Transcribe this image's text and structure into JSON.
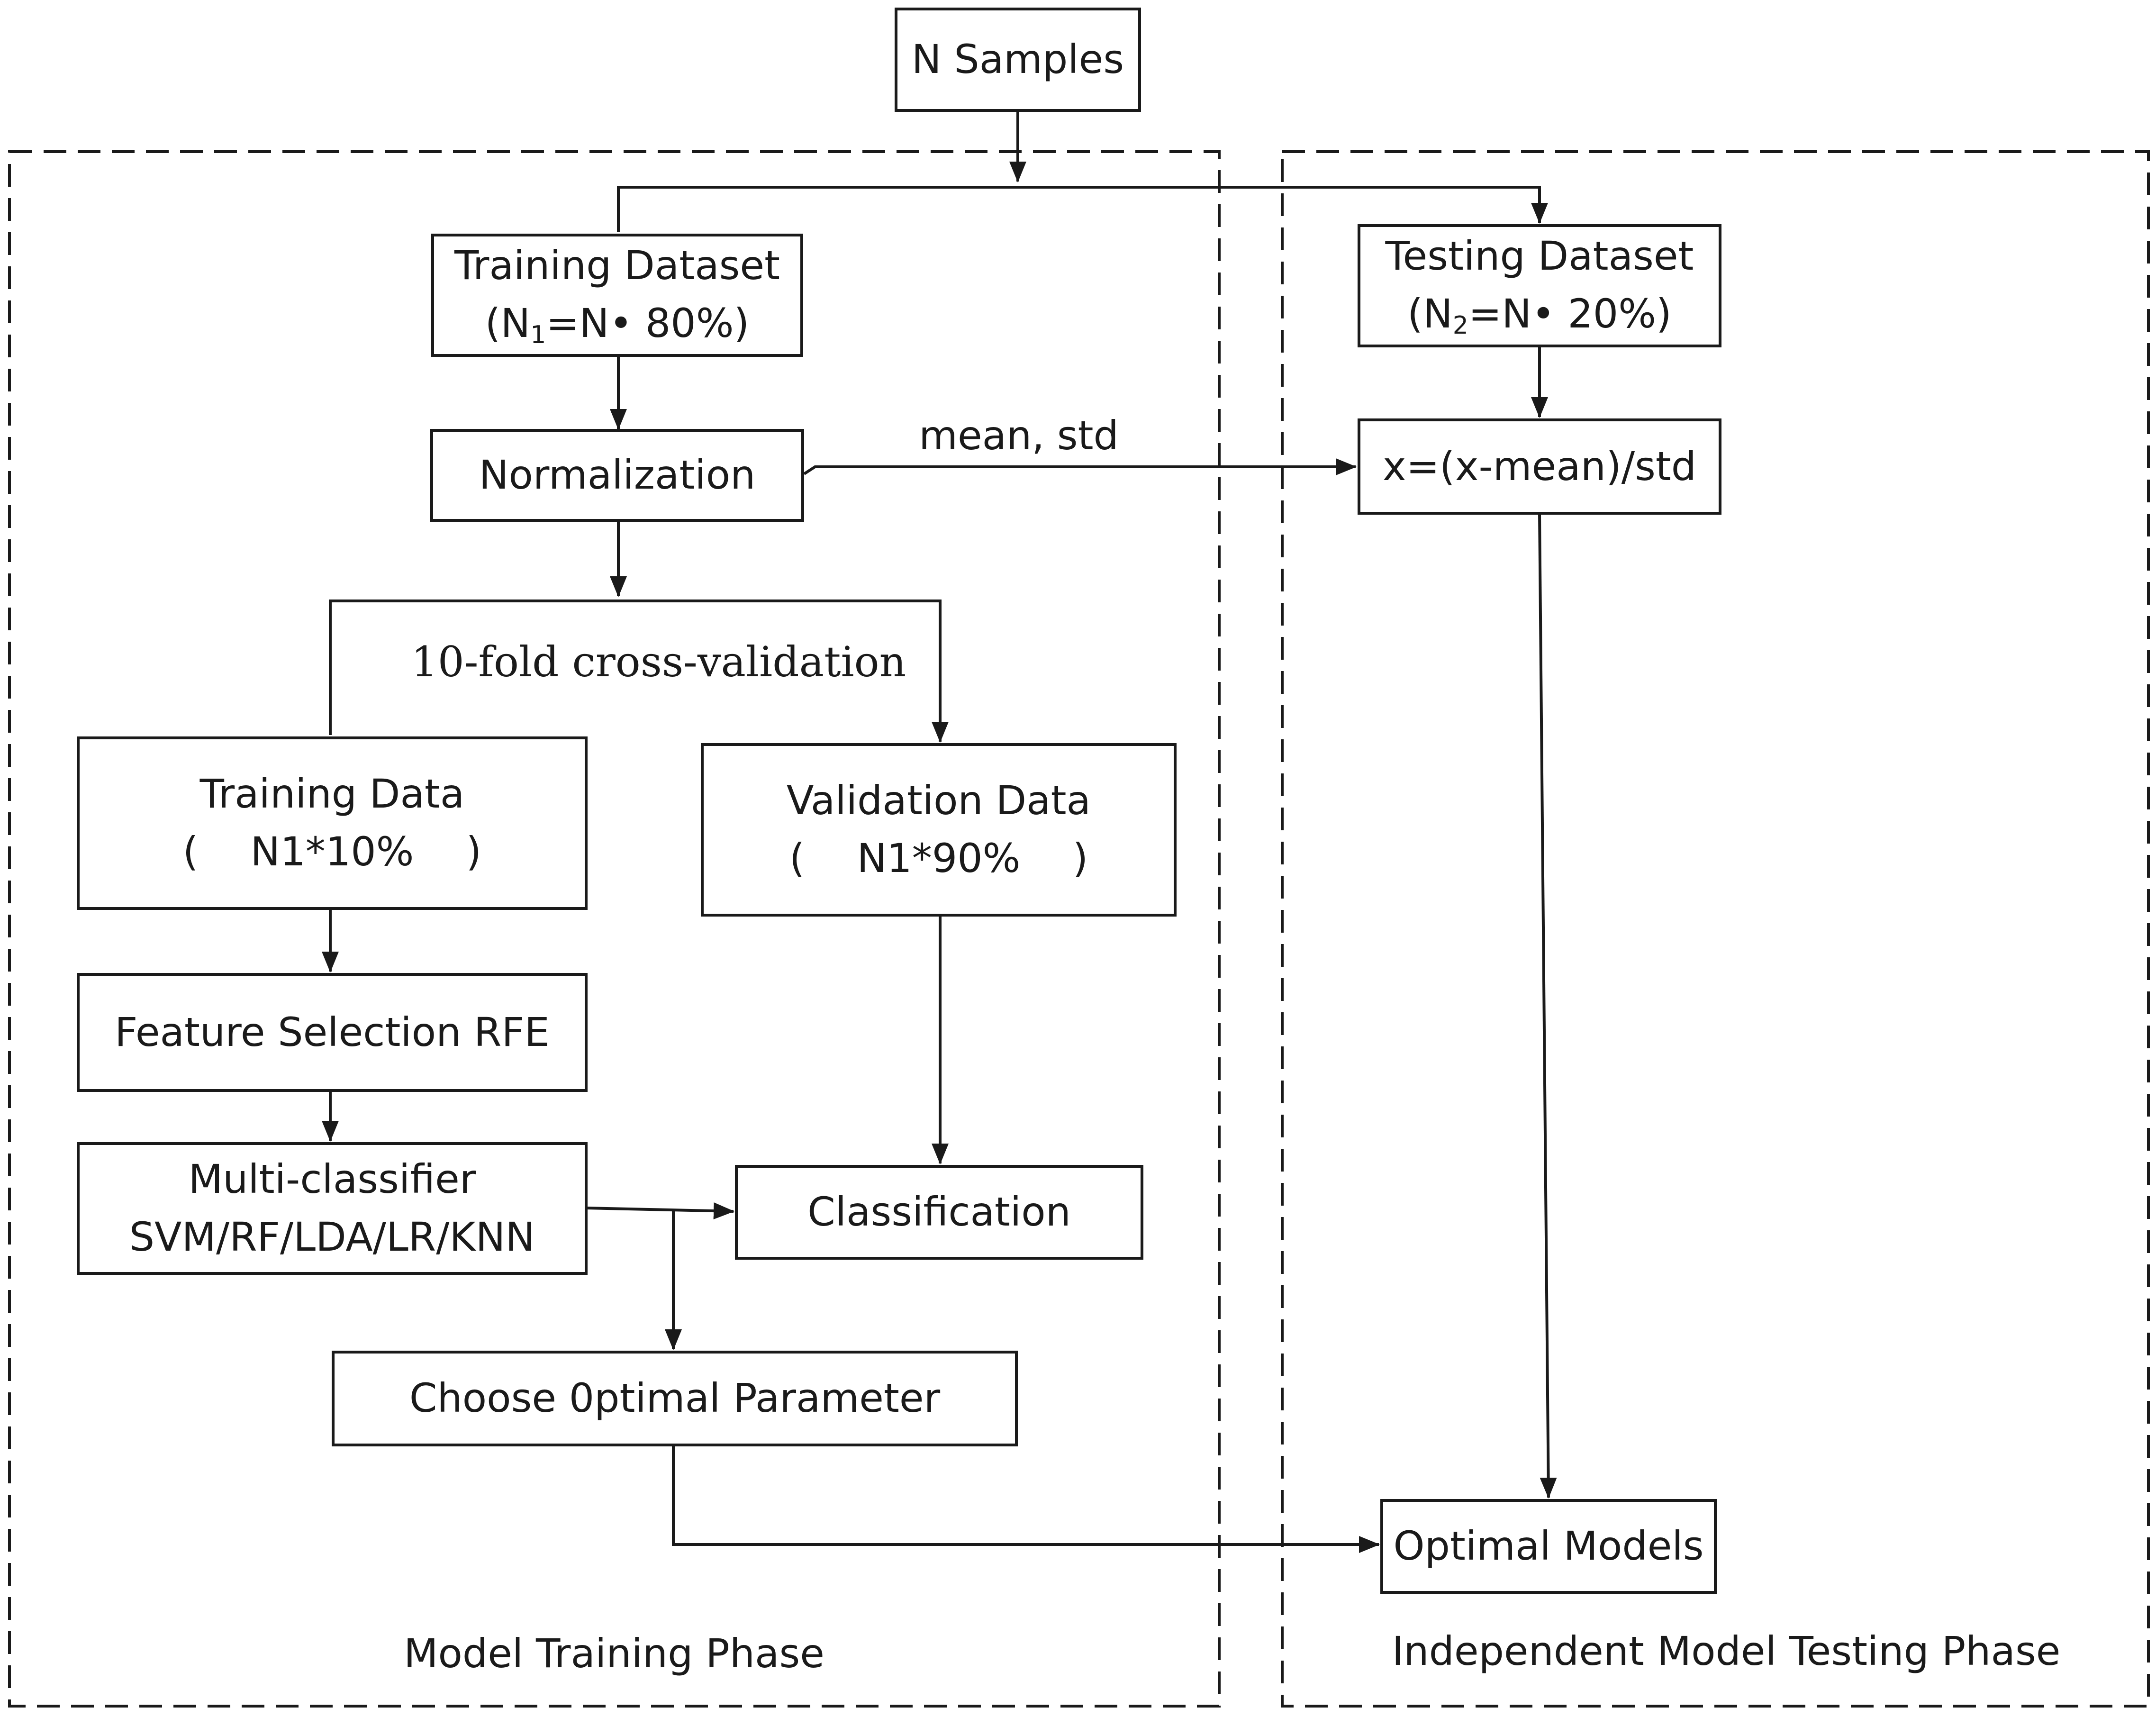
{
  "boxes": {
    "n_samples": {
      "text": "N Samples"
    },
    "training_dataset": {
      "line1": "Training Dataset",
      "line2_pre": "(N",
      "line2_sub": "1",
      "line2_post": "=N• 80%)"
    },
    "testing_dataset": {
      "line1": "Testing Dataset",
      "line2_pre": "(N",
      "line2_sub": "2",
      "line2_post": "=N• 20%)"
    },
    "normalization": {
      "text": "Normalization"
    },
    "standardize": {
      "text": "x=(x-mean)/std"
    },
    "training_data": {
      "line1": "Training Data",
      "open": "(",
      "value": "N1*10%",
      "close": ")"
    },
    "validation_data": {
      "line1": "Validation Data",
      "open": "(",
      "value": "N1*90%",
      "close": ")"
    },
    "feature_selection": {
      "text": "Feature Selection RFE"
    },
    "multi_classifier": {
      "line1": "Multi-classifier",
      "line2": "SVM/RF/LDA/LR/KNN"
    },
    "classification": {
      "text": "Classification"
    },
    "choose_parameter": {
      "text": "Choose 0ptimal Parameter"
    },
    "optimal_models": {
      "text": "Optimal Models"
    }
  },
  "labels": {
    "mean_std": "mean, std",
    "cross_validation": "10-fold cross-validation"
  },
  "phases": {
    "training": "Model Training Phase",
    "testing": "Independent Model Testing Phase"
  },
  "colors": {
    "stroke": "#1a1a1a",
    "background": "#ffffff"
  }
}
